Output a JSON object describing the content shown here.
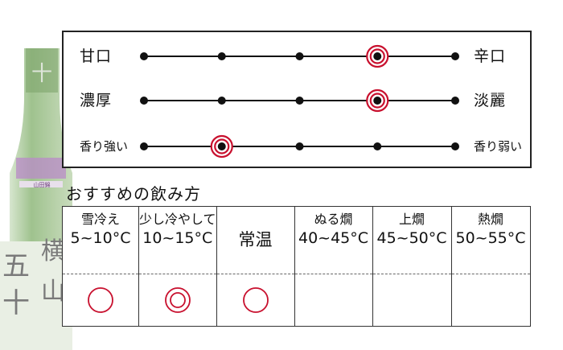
{
  "taste_scale": {
    "point_count": 5,
    "rows": [
      {
        "left": "甘口",
        "right": "辛口",
        "selected_index": 3
      },
      {
        "left": "濃厚",
        "right": "淡麗",
        "selected_index": 3
      },
      {
        "left": "香り強い",
        "right": "香り弱い",
        "selected_index": 1
      }
    ]
  },
  "drinking_section": {
    "heading": "おすすめの飲み方",
    "columns": [
      {
        "name": "雪冷え",
        "temp": "5~10°C",
        "mark": "circle"
      },
      {
        "name": "少し冷やして",
        "temp": "10~15°C",
        "mark": "double-circle"
      },
      {
        "name": "常温",
        "temp": "",
        "mark": "circle"
      },
      {
        "name": "ぬる燗",
        "temp": "40~45°C",
        "mark": "none"
      },
      {
        "name": "上燗",
        "temp": "45~50°C",
        "mark": "none"
      },
      {
        "name": "熱燗",
        "temp": "50~55°C",
        "mark": "none"
      }
    ]
  },
  "bottle_label": {
    "brand": "横山五十",
    "sub_label": "山田錦"
  },
  "colors": {
    "marker_red": "#c8102e",
    "line": "#111111",
    "bottle_glass": "#a9c89a"
  }
}
